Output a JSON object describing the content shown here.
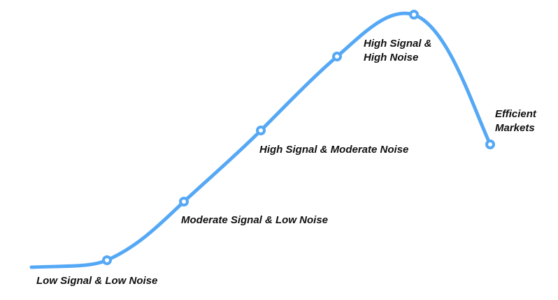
{
  "colors": {
    "curve": "#55A8F5",
    "text": "#111111"
  },
  "stages": [
    {
      "lines": [
        "Low Signal & Low Noise"
      ]
    },
    {
      "lines": [
        "Moderate Signal & Low Noise"
      ]
    },
    {
      "lines": [
        "High Signal & Moderate Noise"
      ]
    },
    {
      "lines": [
        "High Signal &",
        "High Noise"
      ]
    },
    {
      "lines": [
        "Efficient",
        "Markets"
      ]
    }
  ]
}
